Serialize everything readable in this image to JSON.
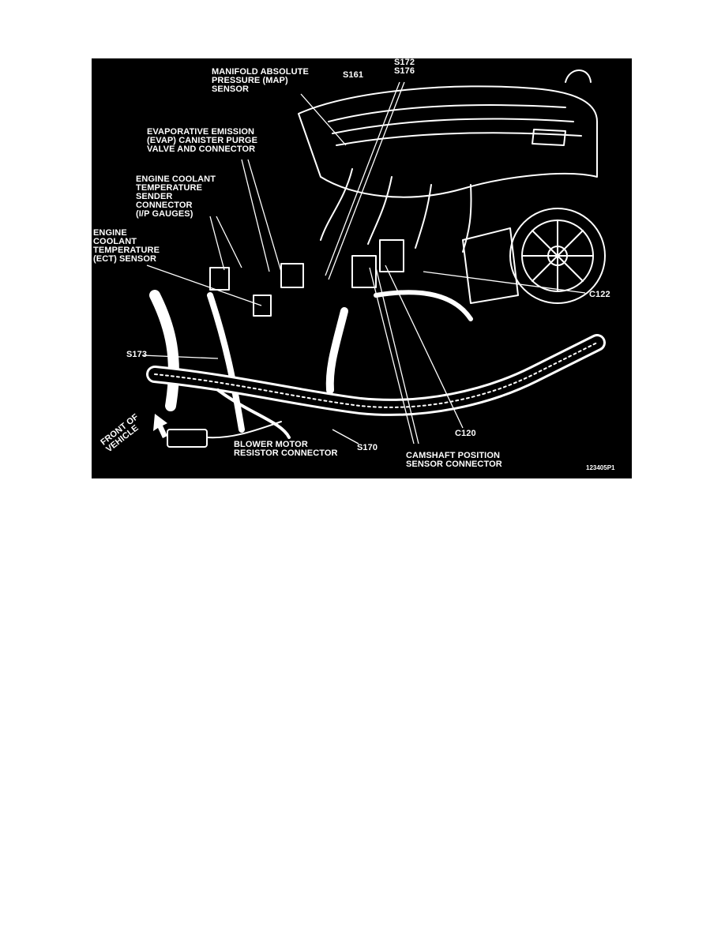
{
  "figure": {
    "background": "#000000",
    "line_color": "#ffffff",
    "labels": {
      "map_sensor": "MANIFOLD ABSOLUTE\nPRESSURE (MAP)\nSENSOR",
      "s161": "S161",
      "s172_s176": "S172\nS176",
      "evap": "EVAPORATIVE EMISSION\n(EVAP) CANISTER PURGE\nVALVE AND CONNECTOR",
      "ect_sender": "ENGINE COOLANT\nTEMPERATURE\nSENDER\nCONNECTOR\n(I/P GAUGES)",
      "ect_sensor": "ENGINE\nCOOLANT\nTEMPERATURE\n(ECT) SENSOR",
      "c122": "C122",
      "s173": "S173",
      "front_of_vehicle": "FRONT OF\nVEHICLE",
      "c120": "C120",
      "blower_motor": "BLOWER MOTOR\nRESISTOR CONNECTOR",
      "s170": "S170",
      "camshaft": "CAMSHAFT POSITION\nSENSOR CONNECTOR",
      "figure_code": "123405P1"
    }
  }
}
